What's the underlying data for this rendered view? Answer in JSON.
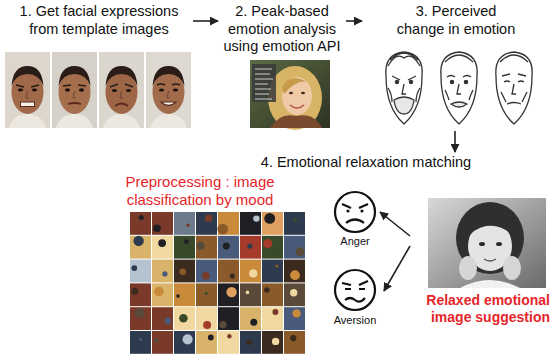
{
  "diagram": {
    "nodes": [
      {
        "text": [
          "1. Get facial expressions from template images"
        ]
      },
      {
        "text": [
          "2. Peak-based emotion analysis using emotion API"
        ]
      },
      {
        "text": [
          "3. Perceived change in emotion"
        ]
      },
      {
        "text": [
          "4. Emotional relaxation matching"
        ]
      },
      {
        "text": [
          "Preprocessing : image classification by mood"
        ]
      },
      {
        "text": [
          "Anger"
        ]
      },
      {
        "text": [
          "Aversion"
        ]
      },
      {
        "text": [
          "Relaxed emotional image suggestion"
        ]
      }
    ],
    "edges": [
      {
        "from": 0,
        "to": 1,
        "arrow": "to"
      },
      {
        "from": 1,
        "to": 2,
        "arrow": "to"
      },
      {
        "from": 2,
        "to": 3,
        "arrow": "to"
      },
      {
        "from": 7,
        "to": 5,
        "arrow": "to"
      },
      {
        "from": 7,
        "to": 6,
        "arrow": "to"
      }
    ]
  }
}
